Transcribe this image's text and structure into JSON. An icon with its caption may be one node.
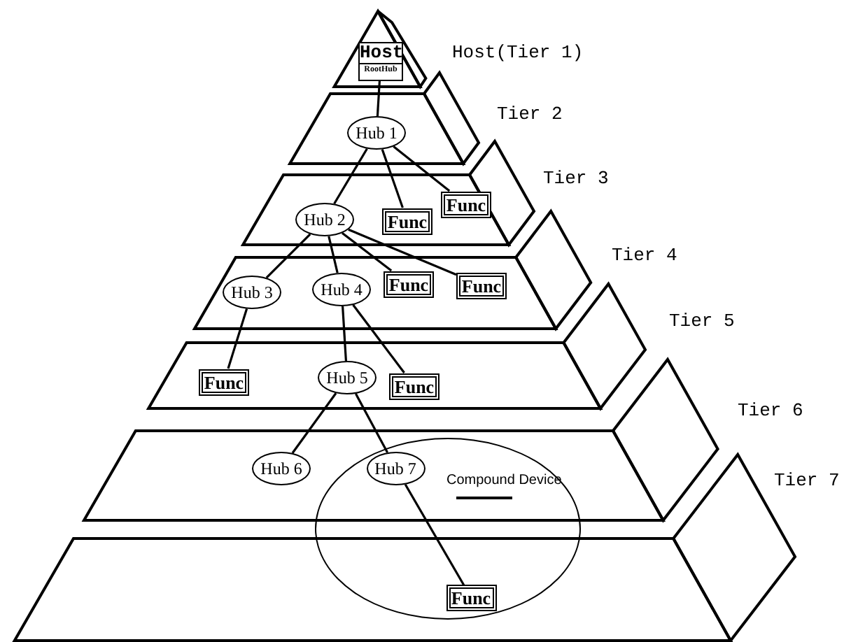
{
  "diagram": {
    "nodes": [
      {
        "text": [
          "Host",
          "RootHub"
        ]
      },
      {
        "text": [
          "Hub 1"
        ]
      },
      {
        "text": [
          "Hub 2"
        ]
      },
      {
        "text": [
          "Func"
        ]
      },
      {
        "text": [
          "Func"
        ]
      },
      {
        "text": [
          "Hub 3"
        ]
      },
      {
        "text": [
          "Hub 4"
        ]
      },
      {
        "text": [
          "Func"
        ]
      },
      {
        "text": [
          "Func"
        ]
      },
      {
        "text": [
          "Func"
        ]
      },
      {
        "text": [
          "Hub 5"
        ]
      },
      {
        "text": [
          "Func"
        ]
      },
      {
        "text": [
          "Hub 6"
        ]
      },
      {
        "text": [
          "Compound Device"
        ]
      },
      {
        "text": [
          "Hub 7"
        ],
        "in": 13
      },
      {
        "text": [
          "Func"
        ],
        "in": 13
      }
    ],
    "edges": [
      {
        "from": 0,
        "to": 1,
        "arrow": "none"
      },
      {
        "from": 1,
        "to": 2,
        "arrow": "none"
      },
      {
        "from": 1,
        "to": 3,
        "arrow": "none"
      },
      {
        "from": 1,
        "to": 4,
        "arrow": "none"
      },
      {
        "from": 2,
        "to": 5,
        "arrow": "none"
      },
      {
        "from": 2,
        "to": 6,
        "arrow": "none"
      },
      {
        "from": 2,
        "to": 7,
        "arrow": "none"
      },
      {
        "from": 2,
        "to": 8,
        "arrow": "none"
      },
      {
        "from": 5,
        "to": 9,
        "arrow": "none"
      },
      {
        "from": 6,
        "to": 10,
        "arrow": "none"
      },
      {
        "from": 6,
        "to": 11,
        "arrow": "none"
      },
      {
        "from": 10,
        "to": 12,
        "arrow": "none"
      },
      {
        "from": 10,
        "to": 14,
        "arrow": "none"
      },
      {
        "from": 14,
        "to": 15,
        "arrow": "none"
      }
    ],
    "labels": [
      "Host(Tier 1)",
      "Tier 2",
      "Tier 3",
      "Tier 4",
      "Tier 5",
      "Tier 6",
      "Tier 7"
    ]
  }
}
